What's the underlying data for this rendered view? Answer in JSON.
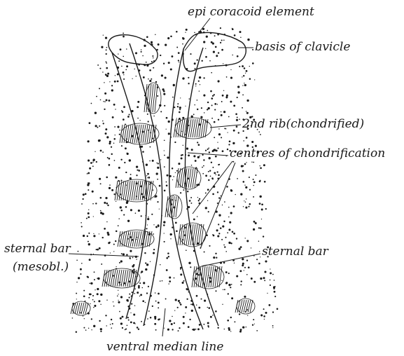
{
  "labels": {
    "epi_coracoid": "epi coracoid element",
    "basis_clavicle": "basis of clavicle",
    "second_rib": "2nd rib(chondrified)",
    "centres": "centres of chondrification",
    "sternal_bar_right": "sternal bar",
    "sternal_bar_left_1": "sternal bar",
    "sternal_bar_left_2": "(mesobl.)",
    "ventral_median": "ventral median line"
  },
  "colors": {
    "ink": "#1a1a1a",
    "paper": "#ffffff"
  }
}
